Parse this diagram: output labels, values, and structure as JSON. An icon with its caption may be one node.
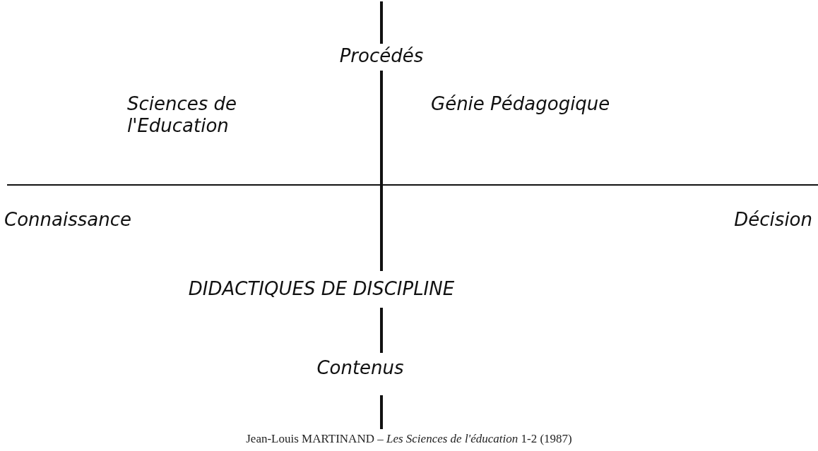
{
  "diagram": {
    "caption": "Jean-Louis MARTINAND – *Les Sciences de l'éducation* 1-2 (1987)",
    "labels": [
      "Procédés",
      "Sciences de l'Education",
      "Génie Pédagogique",
      "Connaissance",
      "Décision",
      "DIDACTIQUES DE DISCIPLINE",
      "Contenus"
    ]
  }
}
